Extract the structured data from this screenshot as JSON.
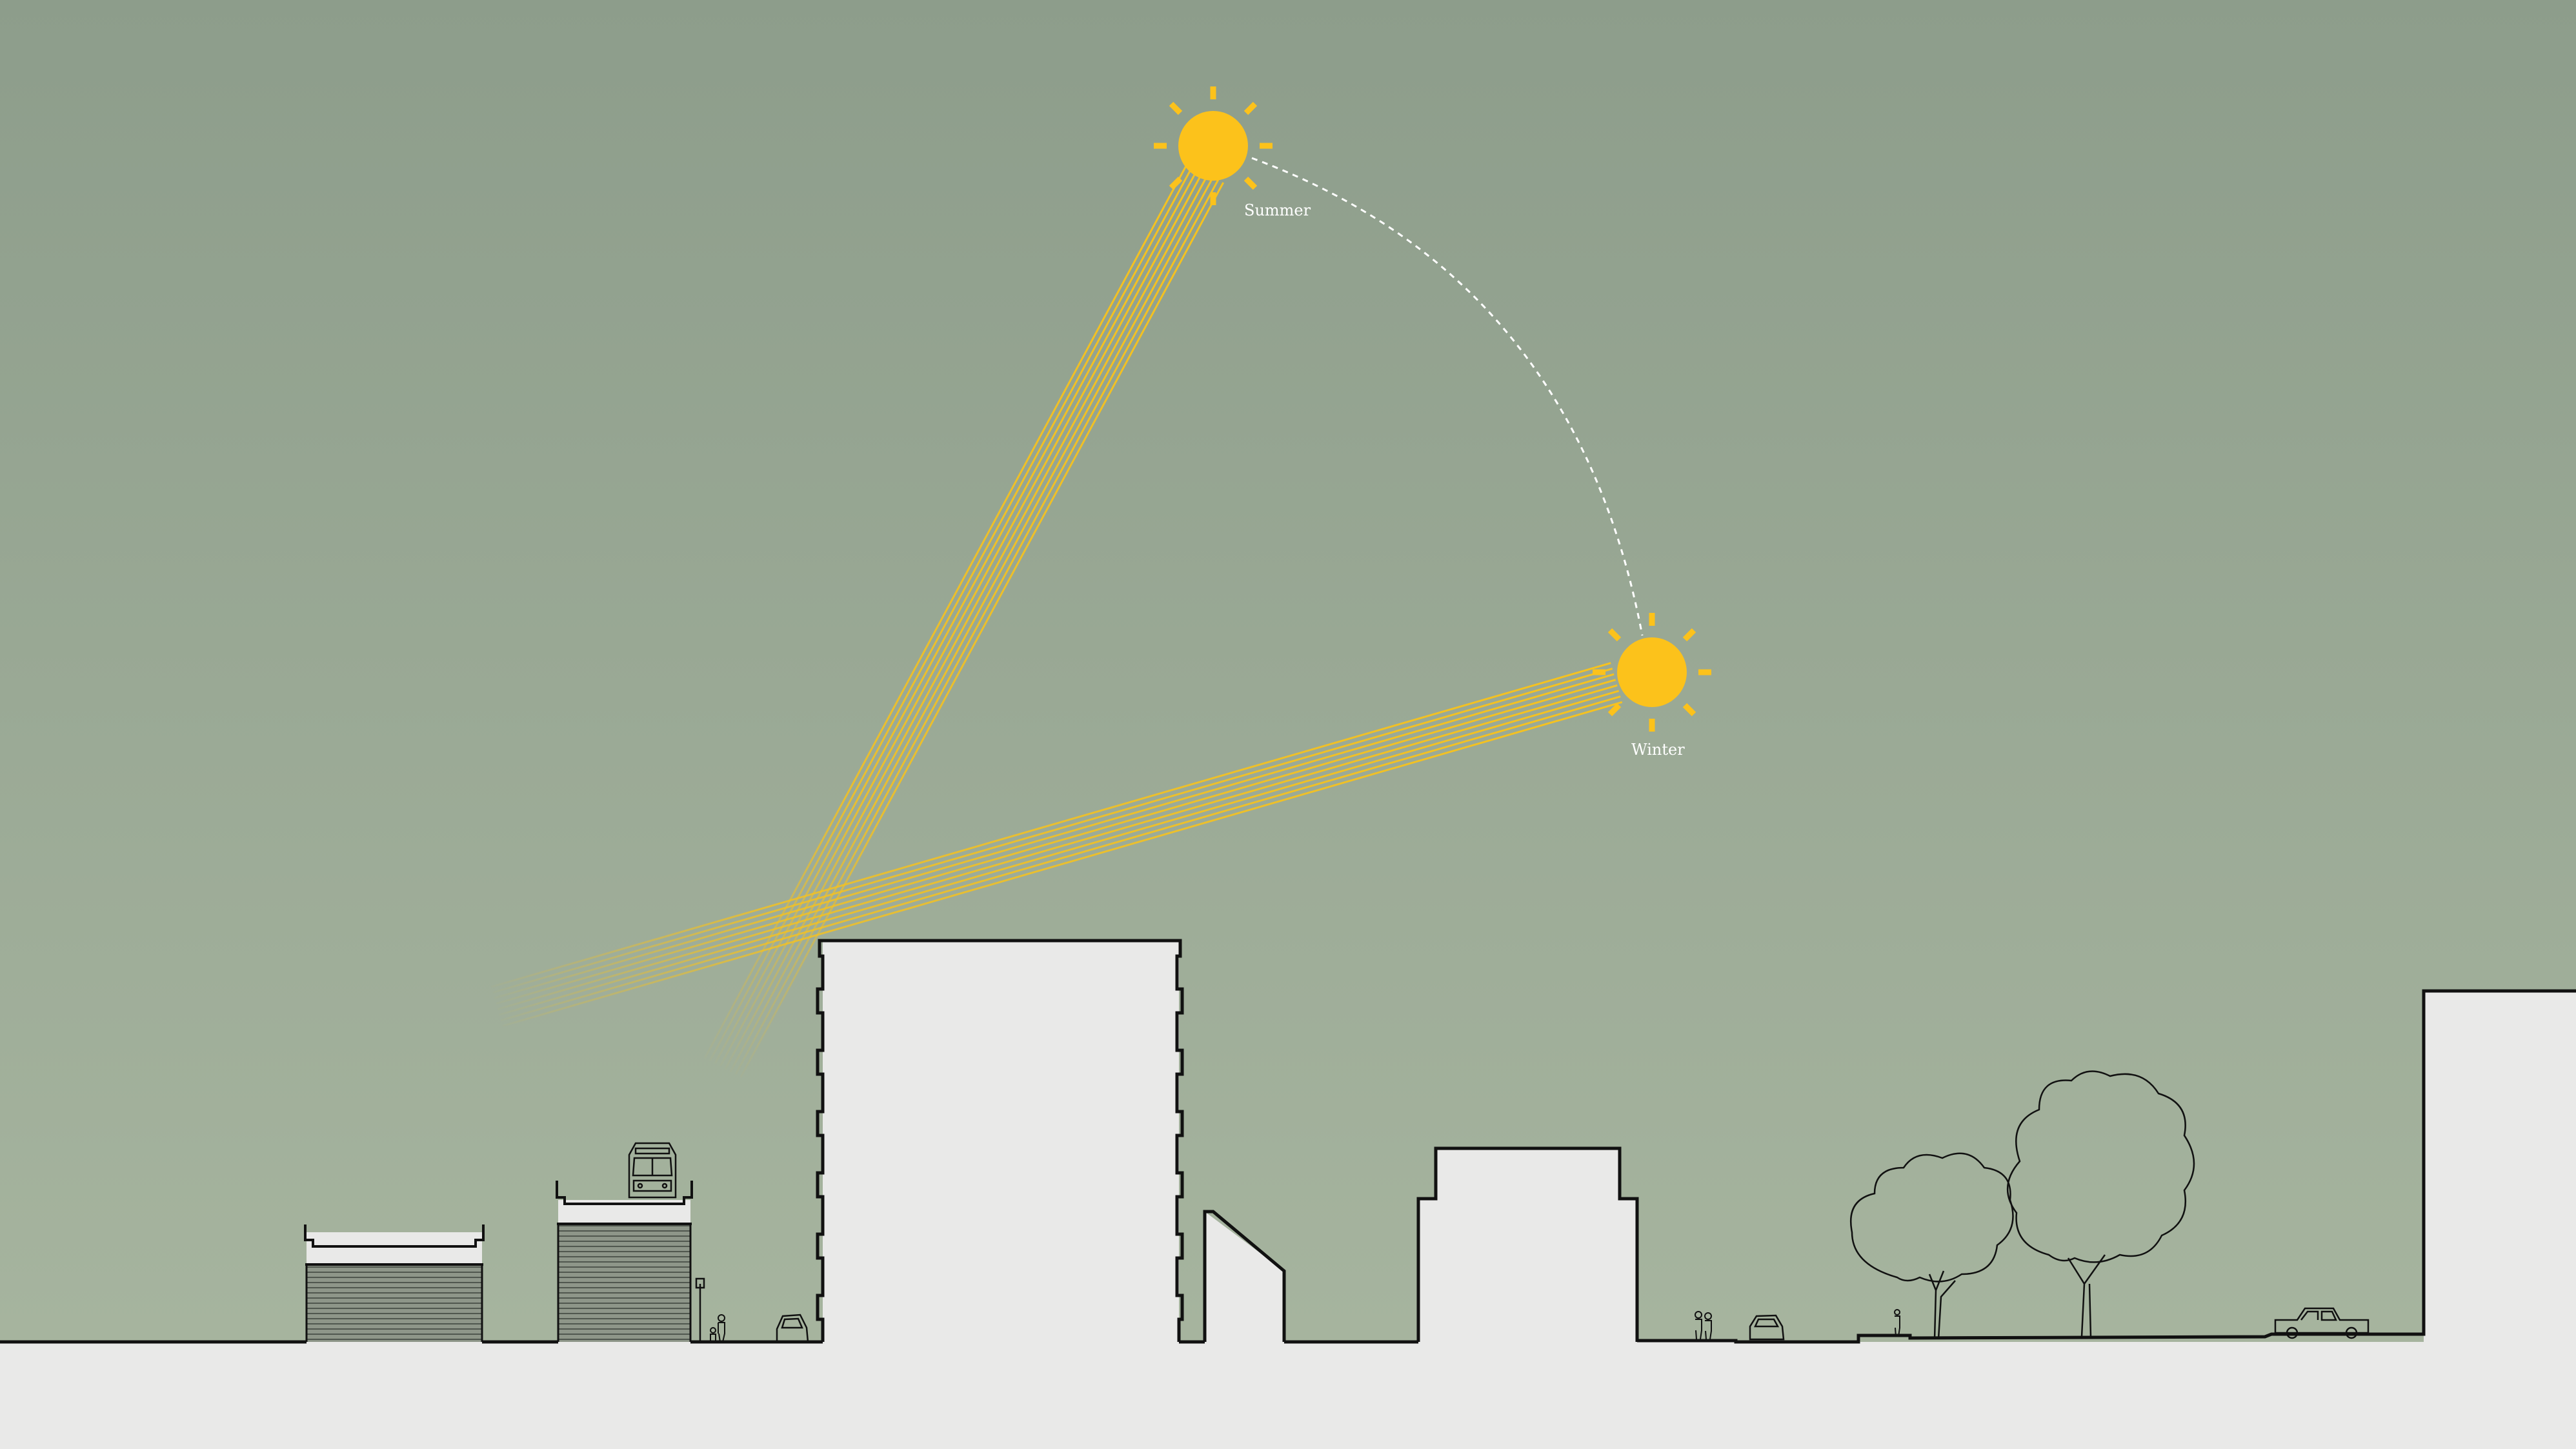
{
  "diagram": {
    "title": "",
    "colors": {
      "sky_top": "#8d9d8b",
      "sky_bottom": "#a8b6a0",
      "ground": "#e7e8e6",
      "building_fill": "#e9e9e8",
      "outline": "#111111",
      "sun": "#fcc21b",
      "sun_rays": "#f6c21e",
      "arc": "#ffffff"
    },
    "suns": [
      {
        "id": "summer",
        "label": "Summer",
        "icon": "sun-icon"
      },
      {
        "id": "winter",
        "label": "Winter",
        "icon": "sun-icon"
      }
    ],
    "sun_path": {
      "style": "dashed",
      "icon": "dashed-arc"
    },
    "section_elements": [
      "sunken-structure",
      "elevated-structure-with-tram",
      "tram-icon",
      "street-lamp-icon",
      "person-icon",
      "car-icon",
      "tall-building",
      "sloped-wall",
      "mid-building",
      "tree-icon",
      "tall-building-right"
    ]
  }
}
